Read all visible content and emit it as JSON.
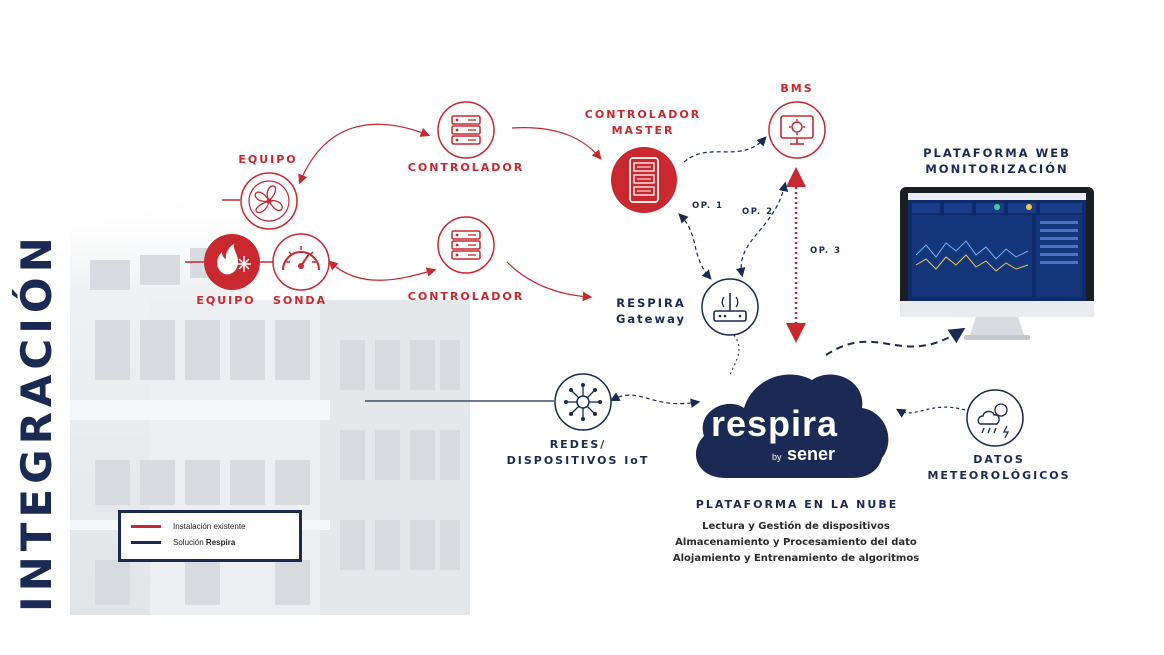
{
  "title": "INTEGRACIÓN",
  "labels": {
    "equipo_fan": "EQUIPO",
    "equipo_heat": "EQUIPO",
    "sonda": "SONDA",
    "controlador_top": "CONTROLADOR",
    "controlador_bottom": "CONTROLADOR",
    "controlador_master_1": "CONTROLADOR",
    "controlador_master_2": "MASTER",
    "bms": "BMS",
    "op1": "OP. 1",
    "op2": "OP. 2",
    "op3": "OP. 3",
    "gateway_1": "RESPIRA",
    "gateway_2": "Gateway",
    "web_1": "PLATAFORMA WEB",
    "web_2": "MONITORIZACIÓN",
    "redes_1": "REDES/",
    "redes_2": "DISPOSITIVOS IoT",
    "meteo_1": "DATOS",
    "meteo_2": "METEOROLÓGICOS",
    "cloud_title": "PLATAFORMA EN LA NUBE"
  },
  "cloud": {
    "brand": "respira",
    "by": "by",
    "sener": "sener",
    "features": [
      "Lectura y Gestión de dispositivos",
      "Almacenamiento y Procesamiento del dato",
      "Alojamiento y Entrenamiento de algoritmos"
    ]
  },
  "legend": {
    "existing": "Instalación existente",
    "solution_prefix": "Solución ",
    "solution_brand": "Respira",
    "existing_color": "#c8282e",
    "solution_color": "#1b2a55"
  },
  "colors": {
    "red": "#c8282e",
    "navy": "#1b2a55"
  },
  "icons": [
    "fan-icon",
    "fire-snowflake-icon",
    "gauge-icon",
    "server-icon",
    "server-rack-icon",
    "bms-monitor-icon",
    "router-icon",
    "iot-network-icon",
    "weather-icon",
    "cloud-icon",
    "monitor-icon"
  ]
}
